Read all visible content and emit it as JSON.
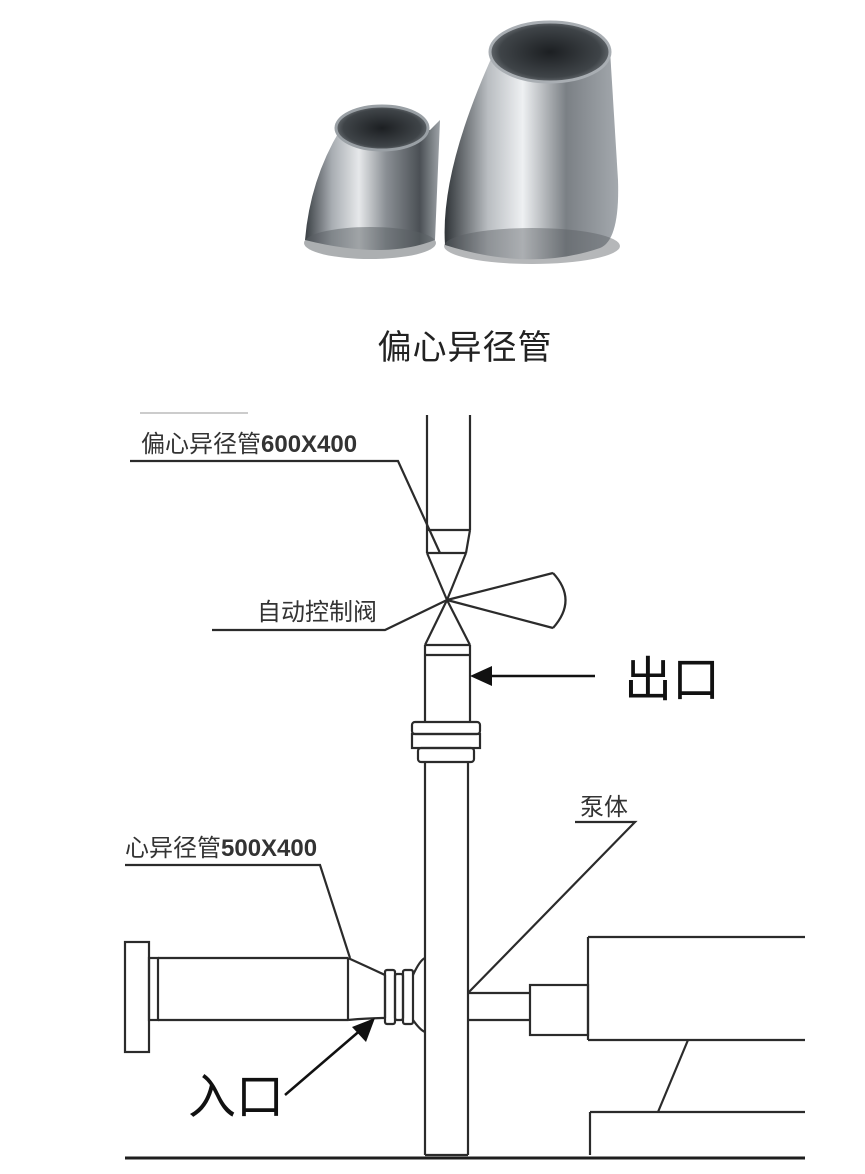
{
  "caption": "偏心异径管",
  "labels": {
    "reducer_top_cn": "偏心异径管",
    "reducer_top_size": "600X400",
    "valve": "自动控制阀",
    "outlet": "出口",
    "pump_body": "泵体",
    "reducer_bottom_cn": "心异径管",
    "reducer_bottom_size": "500X400",
    "inlet": "入口"
  }
}
